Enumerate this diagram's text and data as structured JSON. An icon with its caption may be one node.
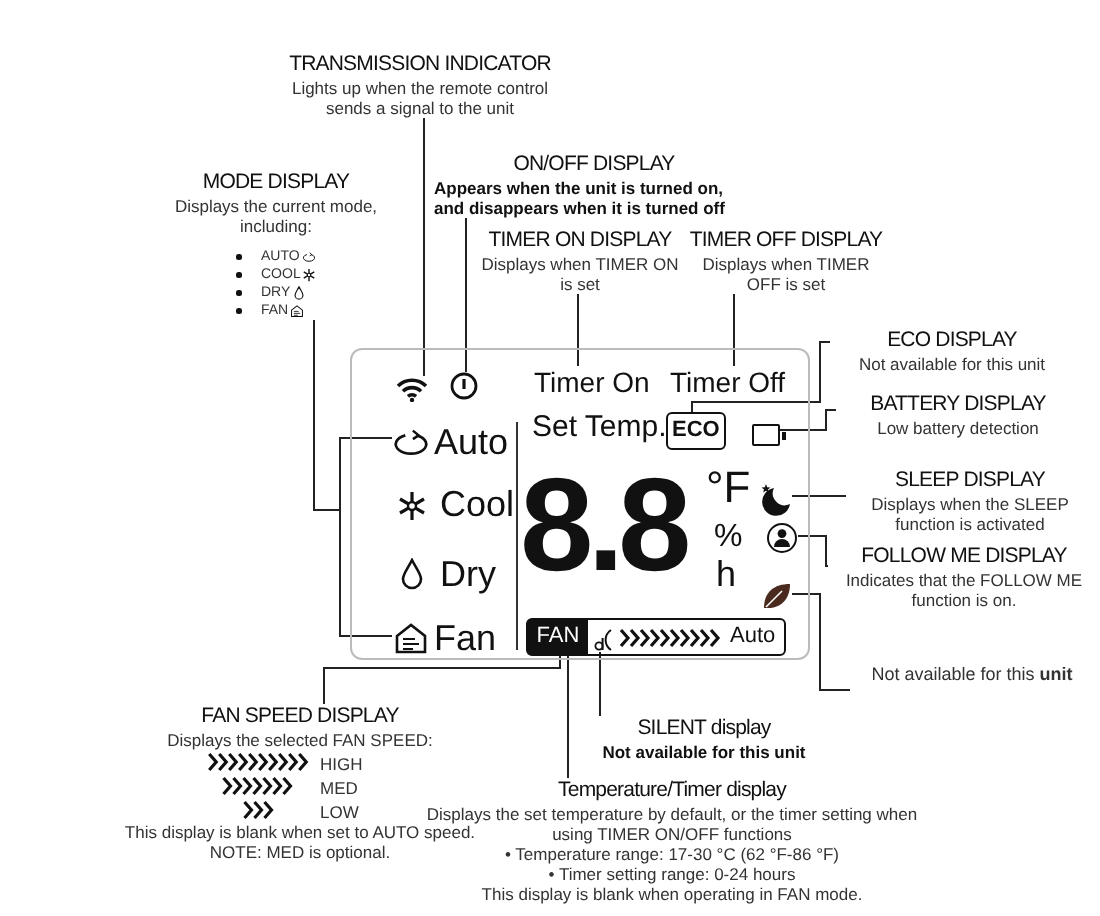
{
  "diagram": {
    "nodes": [
      {
        "text": [
          "TRANSMISSION INDICATOR",
          "Lights up when the remote control sends a signal to the unit"
        ]
      },
      {
        "text": [
          "MODE DISPLAY",
          "Displays the current mode, including:",
          "AUTO",
          "COOL",
          "DRY",
          "FAN"
        ]
      },
      {
        "text": [
          "ON/OFF DISPLAY",
          "Appears when the unit is turned on, and disappears when it is turned off"
        ]
      },
      {
        "text": [
          "TIMER ON DISPLAY",
          "Displays when TIMER ON is set"
        ]
      },
      {
        "text": [
          "TIMER OFF DISPLAY",
          "Displays when TIMER OFF is set"
        ]
      },
      {
        "text": [
          "ECO DISPLAY",
          "Not available for this unit"
        ]
      },
      {
        "text": [
          "BATTERY DISPLAY",
          "Low battery detection"
        ]
      },
      {
        "text": [
          "SLEEP DISPLAY",
          "Displays when the SLEEP function is activated"
        ]
      },
      {
        "text": [
          "FOLLOW ME DISPLAY",
          "Indicates that the FOLLOW ME function is on."
        ]
      },
      {
        "text": [
          "Not available for this **unit**"
        ]
      },
      {
        "text": [
          "FAN SPEED DISPLAY",
          "Displays the selected FAN SPEED:",
          "HIGH",
          "MED",
          "LOW",
          "This display is blank when set to AUTO speed.",
          "NOTE: MED is optional."
        ]
      },
      {
        "text": [
          "SILENT display",
          "Not available for this unit"
        ]
      },
      {
        "text": [
          "Temperature/Timer display",
          "Displays the set temperature by default, or the timer setting when using TIMER ON/OFF functions",
          "• Temperature range: 17-30 °C (62 °F-86 °F)",
          "• Timer setting range: 0-24 hours",
          "This display is blank when operating in FAN mode."
        ]
      },
      {
        "text": [
          "Set Temp.",
          "Cool",
          "8.8",
          "°F",
          "%",
          "Dry",
          "h"
        ]
      },
      {
        "text": [],
        "shape": "icon",
        "in": 13
      },
      {
        "text": [],
        "shape": "icon",
        "in": 13
      },
      {
        "text": [
          "Timer On"
        ],
        "in": 13
      },
      {
        "text": [
          "Timer Off"
        ],
        "in": 13
      },
      {
        "text": [
          "Auto"
        ],
        "in": 13
      },
      {
        "text": [
          "ECO"
        ],
        "in": 13
      },
      {
        "text": [],
        "shape": "box",
        "in": 13
      },
      {
        "text": [],
        "shape": "icon",
        "in": 13
      },
      {
        "text": [],
        "shape": "icon",
        "in": 13
      },
      {
        "text": [],
        "shape": "icon",
        "in": 13
      },
      {
        "text": [
          "Fan"
        ],
        "in": 13
      },
      {
        "text": [
          "FAN",
          "Auto"
        ],
        "in": 13
      },
      {
        "text": [],
        "shape": "icon",
        "in": 25
      }
    ],
    "edges": [
      {
        "from": 0,
        "to": 14,
        "arrow": "none"
      },
      {
        "from": 1,
        "to": 18,
        "arrow": "none"
      },
      {
        "from": 1,
        "to": 24,
        "arrow": "none"
      },
      {
        "from": 2,
        "to": 15,
        "arrow": "none"
      },
      {
        "from": 3,
        "to": 16,
        "arrow": "none"
      },
      {
        "from": 4,
        "to": 17,
        "arrow": "none"
      },
      {
        "from": 5,
        "to": 19,
        "arrow": "none"
      },
      {
        "from": 6,
        "to": 20,
        "arrow": "none"
      },
      {
        "from": 7,
        "to": 21,
        "arrow": "none"
      },
      {
        "from": 8,
        "to": 22,
        "arrow": "none"
      },
      {
        "from": 9,
        "to": 23,
        "arrow": "none"
      },
      {
        "from": 10,
        "to": 25,
        "arrow": "none"
      },
      {
        "from": 11,
        "to": 26,
        "arrow": "none"
      },
      {
        "from": 12,
        "to": 25,
        "arrow": "none"
      }
    ]
  }
}
